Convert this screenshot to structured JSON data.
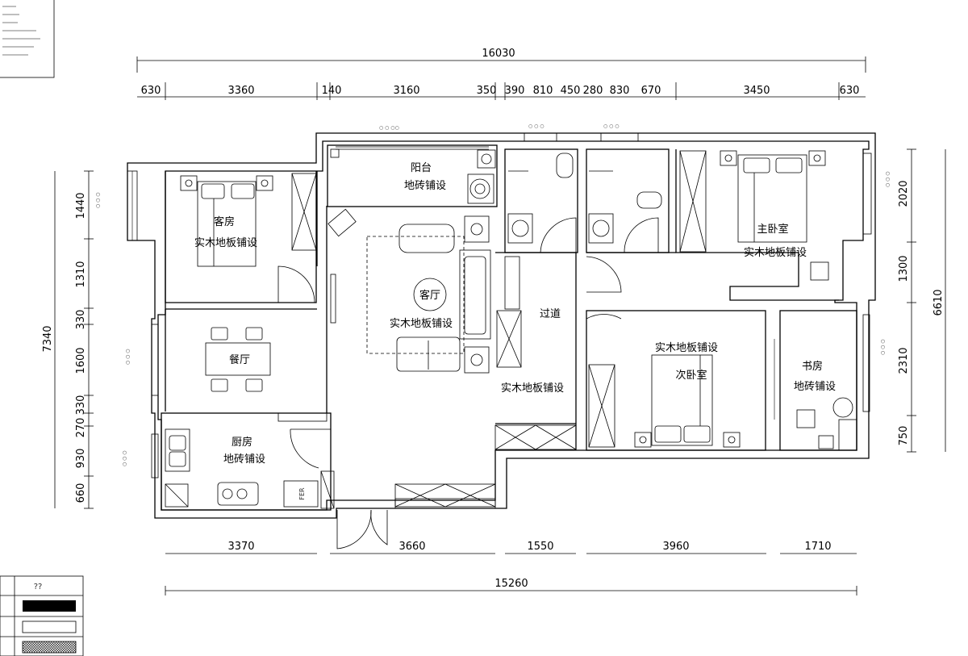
{
  "dims": {
    "top_total": "16030",
    "top_segments": [
      "630",
      "3360",
      "140",
      "3160",
      "350",
      "390",
      "810",
      "450",
      "280",
      "830",
      "670",
      "3450",
      "630"
    ],
    "bottom_segments": [
      "3370",
      "3660",
      "1550",
      "3960",
      "1710"
    ],
    "bottom_total": "15260",
    "left_total": "7340",
    "left_segments": [
      "1440",
      "1310",
      "330",
      "1600",
      "330",
      "270",
      "930",
      "660"
    ],
    "right_total": "6610",
    "right_segments": [
      "2020",
      "1300",
      "2310",
      "750"
    ]
  },
  "rooms": {
    "balcony_name": "阳台",
    "balcony_floor": "地砖铺设",
    "guest_name": "客房",
    "guest_floor": "实木地板铺设",
    "living_name": "客厅",
    "living_floor": "实木地板铺设",
    "dining_name": "餐厅",
    "kitchen_name": "厨房",
    "kitchen_floor": "地砖铺设",
    "corridor_name": "过道",
    "corridor_floor": "实木地板铺设",
    "master_name": "主卧室",
    "master_floor": "实木地板铺设",
    "second_floor": "实木地板铺设",
    "second_name": "次卧室",
    "study_name": "书房",
    "study_floor": "地砖铺设",
    "fridge_label": "FER"
  },
  "legend": {
    "header": "??"
  }
}
